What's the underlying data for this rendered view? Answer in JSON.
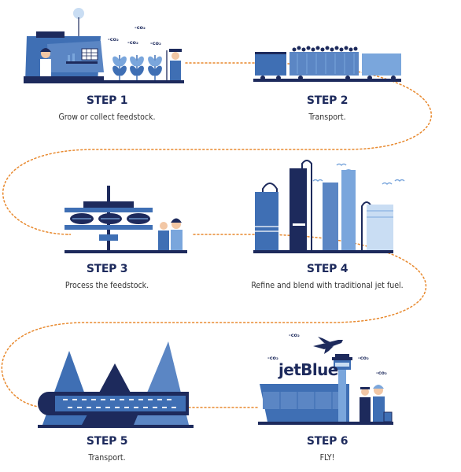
{
  "steps": [
    {
      "title": "STEP 1",
      "desc": "Grow or collect feedstock."
    },
    {
      "title": "STEP 2",
      "desc": "Transport."
    },
    {
      "title": "STEP 3",
      "desc": "Process the feedstock."
    },
    {
      "title": "STEP 4",
      "desc": "Refine and blend with traditional jet fuel."
    },
    {
      "title": "STEP 5",
      "desc": "Transport."
    },
    {
      "title": "STEP 6",
      "desc": "FLY!"
    }
  ],
  "co2_label": "-co₂",
  "brand": "jetBlue",
  "colors": {
    "navy": "#1d2a5c",
    "blue": "#3f6fb4",
    "light": "#7aa6dc",
    "pale": "#c9ddf3",
    "path": "#e8892e"
  }
}
